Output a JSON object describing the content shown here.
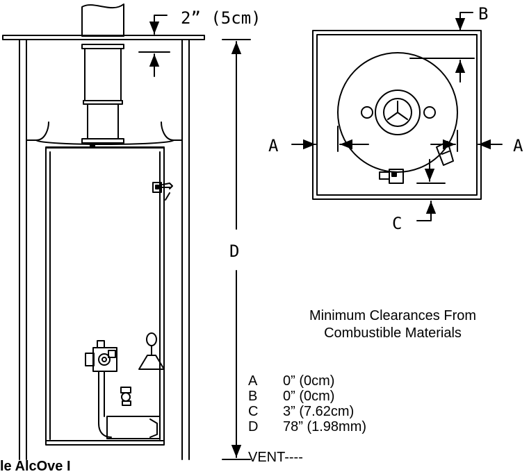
{
  "diagram": {
    "vent_clearance_label": "2”  (5cm)",
    "dimension_letters": {
      "a_left": "A",
      "a_right": "A",
      "b": "B",
      "c": "C",
      "d": "D"
    }
  },
  "notes": {
    "heading_line1": "Minimum Clearances From",
    "heading_line2": "Combustible Materials",
    "clearances": [
      {
        "key": "A",
        "value": "0” (0cm)"
      },
      {
        "key": "B",
        "value": "0” (0cm)"
      },
      {
        "key": "C",
        "value": "3” (7.62cm)"
      },
      {
        "key": "D",
        "value": "78” (1.98mm)"
      }
    ],
    "vent_line": "VENT----",
    "footer_partial": "le  AlcOve  I"
  }
}
